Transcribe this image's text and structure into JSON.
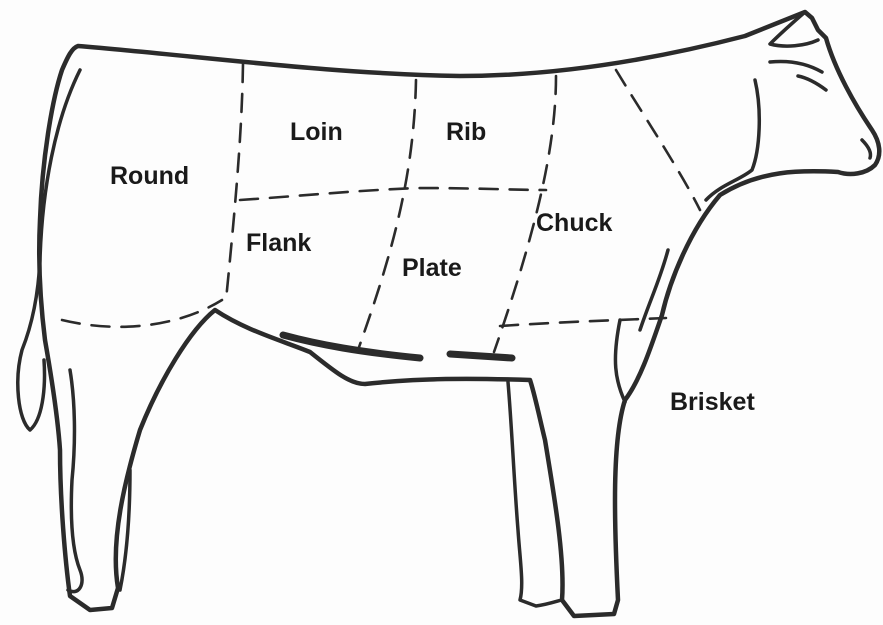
{
  "cuts": {
    "round": "Round",
    "loin": "Loin",
    "rib": "Rib",
    "flank": "Flank",
    "plate": "Plate",
    "chuck": "Chuck",
    "brisket": "Brisket"
  }
}
